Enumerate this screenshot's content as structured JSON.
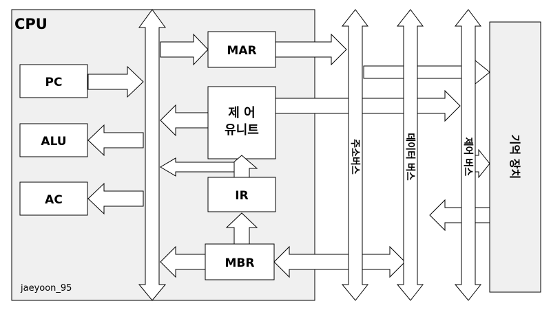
{
  "cpu_label": "CPU",
  "registers": {
    "pc": "PC",
    "alu": "ALU",
    "ac": "AC",
    "mar": "MAR",
    "ir": "IR",
    "mbr": "MBR",
    "control_unit_line1": "제 어",
    "control_unit_line2": "유니트"
  },
  "buses": {
    "address": "주소버스",
    "data": "데이터 버스",
    "control": "제어 버스"
  },
  "memory_label": "기억 장치",
  "watermark": "jaeyoon_95",
  "colors": {
    "cpu_fill": "#f0f0f0",
    "stroke": "#000000",
    "box_fill": "#ffffff"
  }
}
